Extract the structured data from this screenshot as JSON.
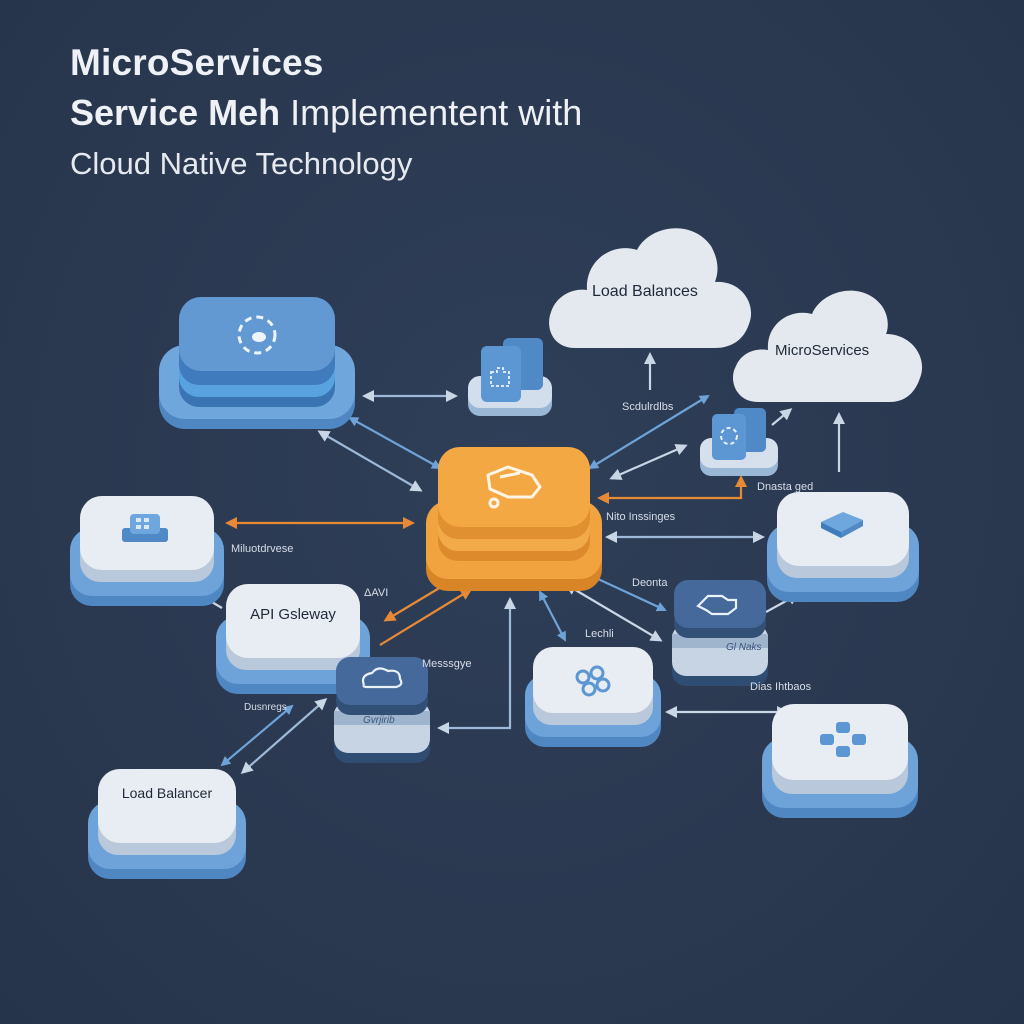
{
  "title": {
    "line1": "MicroServices",
    "line2_bold": "Service Meh",
    "line2_rest": " Implementent with",
    "line3": "Cloud Native Technology"
  },
  "colors": {
    "background": "#2b3a52",
    "hub_orange": "#f2a13a",
    "node_blue": "#5a95d1",
    "node_white": "#e8edf3",
    "node_dark": "#3e6591",
    "arrow_blue": "#6fa3d8",
    "arrow_orange": "#e88a35",
    "cloud_fill": "#e4e9f0"
  },
  "clouds": [
    {
      "id": "load-balances-cloud",
      "label": "Load Balances"
    },
    {
      "id": "microservices-cloud",
      "label": "MicroServices"
    }
  ],
  "nodes": [
    {
      "id": "service-node-top-left",
      "style": "blue",
      "icon": "gear-cog-icon"
    },
    {
      "id": "central-hub",
      "style": "orange",
      "icon": "vehicle-icon"
    },
    {
      "id": "small-puzzle-node",
      "style": "blue-small",
      "icon": "puzzle-icon"
    },
    {
      "id": "small-refresh-node",
      "style": "blue-small",
      "icon": "refresh-icon"
    },
    {
      "id": "grid-node-left",
      "style": "white",
      "icon": "chip-icon"
    },
    {
      "id": "api-gateway-node",
      "style": "white",
      "label": "API Gsleway"
    },
    {
      "id": "message-node",
      "style": "dark",
      "icon": "cloud-icon",
      "side_label": "Gvrjirib"
    },
    {
      "id": "data-node-mid",
      "style": "dark",
      "icon": "box-icon",
      "side_label": "Gl Naks"
    },
    {
      "id": "puzzle-node-bottom",
      "style": "white",
      "icon": "puzzle-cluster-icon"
    },
    {
      "id": "cube-node-right",
      "style": "white",
      "icon": "cube-icon"
    },
    {
      "id": "four-dots-node",
      "style": "white",
      "icon": "four-dots-icon"
    },
    {
      "id": "load-balancer-node",
      "style": "white",
      "label": "Load Balancer"
    }
  ],
  "labels": {
    "scdulibs": "Scdulrdlbs",
    "dnastaged": "Dnasta ged",
    "nito_inssinges": "Nito Inssinges",
    "miuotdrvese": "Miluotdrvese",
    "api": "ΔAVI",
    "message": "Messsgye",
    "deonta": "Deonta",
    "lechli": "Lechli",
    "dnsregs": "Dusnregs",
    "dias_ihtbaos": "Dias Ihtbaos"
  }
}
